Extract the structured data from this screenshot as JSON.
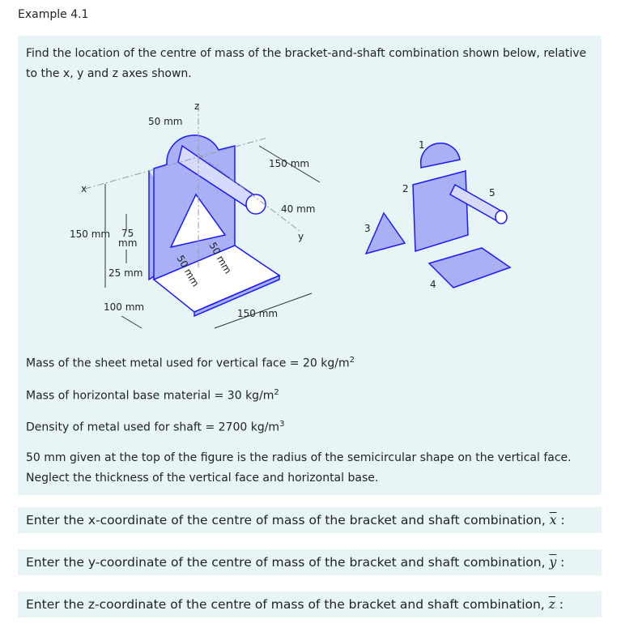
{
  "title": "Example 4.1",
  "intro": "Find the location of the centre of mass of the bracket-and-shaft combination shown below, relative to the x, y and z axes shown.",
  "figure": {
    "axis_x": "x",
    "axis_y": "y",
    "axis_z": "z",
    "dim_radius": "50 mm",
    "dim_shaft_len": "150 mm",
    "dim_shaft_dia": "40 mm",
    "dim_height": "150 mm",
    "dim_tri_h_num": "75",
    "dim_tri_h_unit": "mm",
    "dim_25": "25 mm",
    "dim_100": "100 mm",
    "dim_tri_base1": "50 mm",
    "dim_tri_base2": "50 mm",
    "dim_base_w": "150 mm",
    "part_labels": [
      "1",
      "2",
      "3",
      "4",
      "5"
    ],
    "fill_color": "#a9b0f5",
    "edge_color": "#1a1aff"
  },
  "facts": {
    "vertical_face": "Mass of the sheet metal used for vertical face = 20 kg/m",
    "vertical_face_exp": "2",
    "base": "Mass of horizontal base material = 30 kg/m",
    "base_exp": "2",
    "shaft": "Density of metal used for shaft = 2700 kg/m",
    "shaft_exp": "3",
    "note": "50 mm given at the top of the figure is the radius of the semicircular shape on the vertical face. Neglect the thickness of the vertical face and horizontal base."
  },
  "questions": [
    {
      "text": "Enter the x-coordinate of the centre of mass of the bracket and shaft combination, ",
      "symbol": "x"
    },
    {
      "text": "Enter the y-coordinate of the centre of mass of the bracket and shaft combination, ",
      "symbol": "y"
    },
    {
      "text": "Enter the z-coordinate of the centre of mass of the bracket and shaft combination, ",
      "symbol": "z"
    }
  ]
}
